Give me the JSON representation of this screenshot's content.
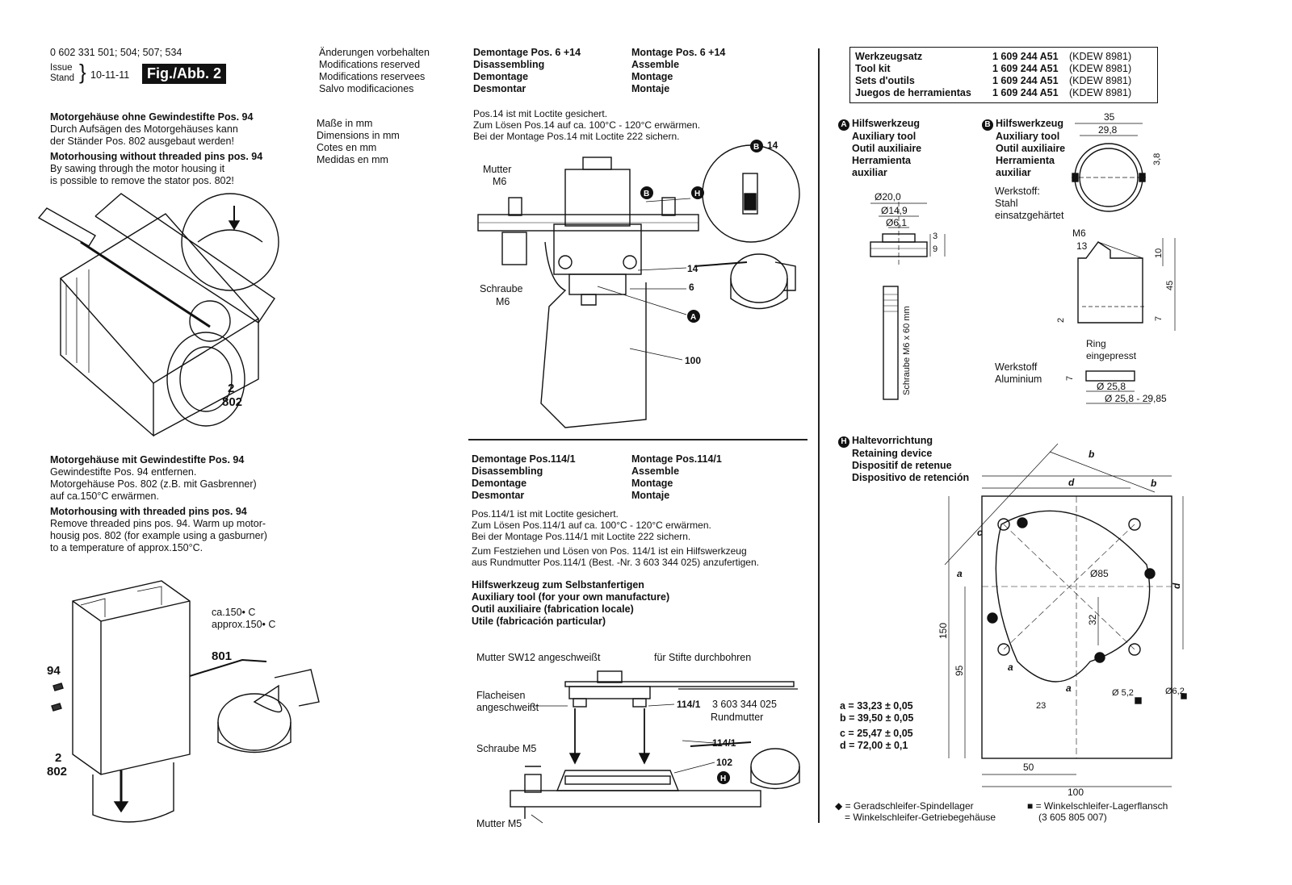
{
  "header": {
    "part_numbers": "0 602 331 501; 504; 507; 534",
    "issue_label_1": "Issue",
    "issue_label_2": "Stand",
    "issue_date": "10-11-11",
    "fig_label": "Fig./Abb. 2"
  },
  "changes": [
    "Änderungen vorbehalten",
    "Modifications reserved",
    "Modifications reservees",
    "Salvo modificaciones"
  ],
  "dimensions": [
    "Maße in mm",
    "Dimensions in mm",
    "Cotes en mm",
    "Medidas en mm"
  ],
  "section1": {
    "de_title": "Motorgehäuse ohne Gewindestifte Pos. 94",
    "de_lines": [
      "Durch Aufsägen des Motorgehäuses kann",
      "der Ständer Pos. 802 ausgebaut werden!"
    ],
    "en_title": "Motorhousing without threaded pins pos. 94",
    "en_lines": [
      "By sawing through the motor housing it",
      "is possible to remove the stator pos. 802!"
    ],
    "labels": [
      "2",
      "802"
    ]
  },
  "section2": {
    "de_title": "Motorgehäuse mit Gewindestifte Pos. 94",
    "de_lines": [
      "Gewindestifte Pos. 94 entfernen.",
      "Motorgehäuse Pos. 802 (z.B. mit Gasbrenner)",
      "auf ca.150°C erwärmen."
    ],
    "en_title": "Motorhousing with threaded pins pos. 94",
    "en_lines": [
      "Remove threaded pins pos. 94. Warm up motor-",
      "housig pos. 802 (for example using a gasburner)",
      "to a temperature of approx.150°C."
    ],
    "temp_lines": [
      "ca.150• C",
      "approx.150• C"
    ],
    "labels": {
      "p801": "801",
      "p94": "94",
      "p2": "2",
      "p802": "802"
    }
  },
  "section3": {
    "dis_col": [
      "Demontage Pos. 6 +14",
      "Disassembling",
      "Demontage",
      "Desmontar"
    ],
    "ass_col": [
      "Montage Pos. 6 +14",
      "Assemble",
      "Montage",
      "Montaje"
    ],
    "notes": [
      "Pos.14 ist mit Loctite gesichert.",
      "Zum Lösen Pos.14 auf ca. 100°C - 120°C erwärmen.",
      "Bei der Montage Pos.14 mit Loctite 222 sichern."
    ],
    "labels": {
      "mutter": "Mutter",
      "m6a": "M6",
      "schraube": "Schraube",
      "m6b": "M6",
      "p14a": "14",
      "p6": "6",
      "p100": "100",
      "p14b": "14",
      "cB": "B",
      "cH": "H",
      "cA": "A",
      "cB2": "B"
    }
  },
  "section4": {
    "dis_col": [
      "Demontage Pos.114/1",
      "Disassembling",
      "Demontage",
      "Desmontar"
    ],
    "ass_col": [
      "Montage Pos.114/1",
      "Assemble",
      "Montage",
      "Montaje"
    ],
    "notes1": [
      "Pos.114/1 ist mit Loctite gesichert.",
      "Zum Lösen Pos.114/1 auf ca. 100°C - 120°C erwärmen.",
      "Bei der Montage Pos.114/1 mit Loctite 222 sichern."
    ],
    "notes2": [
      "Zum Festziehen und Lösen von Pos. 114/1 ist ein Hilfswerkzeug",
      "aus Rundmutter Pos.114/1 (Best. -Nr. 3 603 344 025) anzufertigen."
    ],
    "tool_title": [
      "Hilfswerkzeug zum Selbstanfertigen",
      "Auxiliary tool (for your own manufacture)",
      "Outil auxiliaire (fabrication locale)",
      "Utile (fabricación particular)"
    ],
    "labels": {
      "mutter_sw12": "Mutter SW12 angeschweißt",
      "stifte": "für Stifte durchbohren",
      "flacheisen1": "Flacheisen",
      "flacheisen2": "angeschweißt",
      "p114a": "114/1",
      "rund_no": "3 603 344 025",
      "rundmutter": "Rundmutter",
      "schraube_m5": "Schraube M5",
      "p114b": "114/1",
      "p102": "102",
      "mutter_m5": "Mutter M5",
      "cH": "H"
    }
  },
  "tool_kit": {
    "rows": [
      {
        "name": "Werkzeugsatz",
        "num": "1 609 244 A51",
        "code": "(KDEW 8981)"
      },
      {
        "name": "Tool kit",
        "num": "1 609 244 A51",
        "code": "(KDEW 8981)"
      },
      {
        "name": "Sets d'outils",
        "num": "1 609 244 A51",
        "code": "(KDEW 8981)"
      },
      {
        "name": "Juegos de herramientas",
        "num": "1 609 244 A51",
        "code": "(KDEW 8981)"
      }
    ]
  },
  "toolA": {
    "badge": "A",
    "names": [
      "Hilfswerkzeug",
      "Auxiliary tool",
      "Outil auxiliaire",
      "Herramienta",
      "auxiliar"
    ],
    "dims": {
      "d20": "Ø20,0",
      "d149": "Ø14,9",
      "d61": "Ø6,1",
      "h3": "3",
      "h9": "9",
      "screw": "Schraube M6 x 60 mm"
    }
  },
  "toolB": {
    "badge": "B",
    "names": [
      "Hilfswerkzeug",
      "Auxiliary tool",
      "Outil auxiliaire",
      "Herramienta",
      "auxiliar"
    ],
    "material1": [
      "Werkstoff:",
      "Stahl",
      "einsatzgehärtet"
    ],
    "dims": {
      "w35": "35",
      "w298": "29,8",
      "h38": "3,8",
      "m6": "M6",
      "p13": "13",
      "h10": "10",
      "h45": "45",
      "h2": "2",
      "h7a": "7",
      "ring1": "Ring",
      "ring2": "eingepresst",
      "h7b": "7",
      "d258": "Ø 25,8",
      "d258r": "Ø 25,8 - 29,85"
    },
    "material2": [
      "Werkstoff",
      "Aluminium"
    ]
  },
  "toolH": {
    "badge": "H",
    "names": [
      "Haltevorrichtung",
      "Retaining device",
      "Dispositif de retenue",
      "Dispositivo de retención"
    ],
    "dims": {
      "b1": "b",
      "b2": "b",
      "d1": "d",
      "d2": "d",
      "c": "c",
      "a1": "a",
      "a2": "a",
      "a3": "a",
      "d85": "Ø85",
      "h32": "32",
      "h150": "150",
      "h95": "95",
      "w50": "50",
      "w100": "100",
      "w23": "23",
      "d52": "Ø 5,2",
      "d62": "Ø6,2"
    },
    "formulas": [
      "a = 33,23 ± 0,05",
      "b = 39,50 ± 0,05",
      "c = 25,47 ± 0,05",
      "d = 72,00 ± 0,1"
    ]
  },
  "legend": {
    "diamond_lines": [
      "= Geradschleifer-Spindellager",
      "= Winkelschleifer-Getriebegehäuse"
    ],
    "square_lines": [
      "= Winkelschleifer-Lagerflansch",
      "(3 605 805 007)"
    ]
  }
}
